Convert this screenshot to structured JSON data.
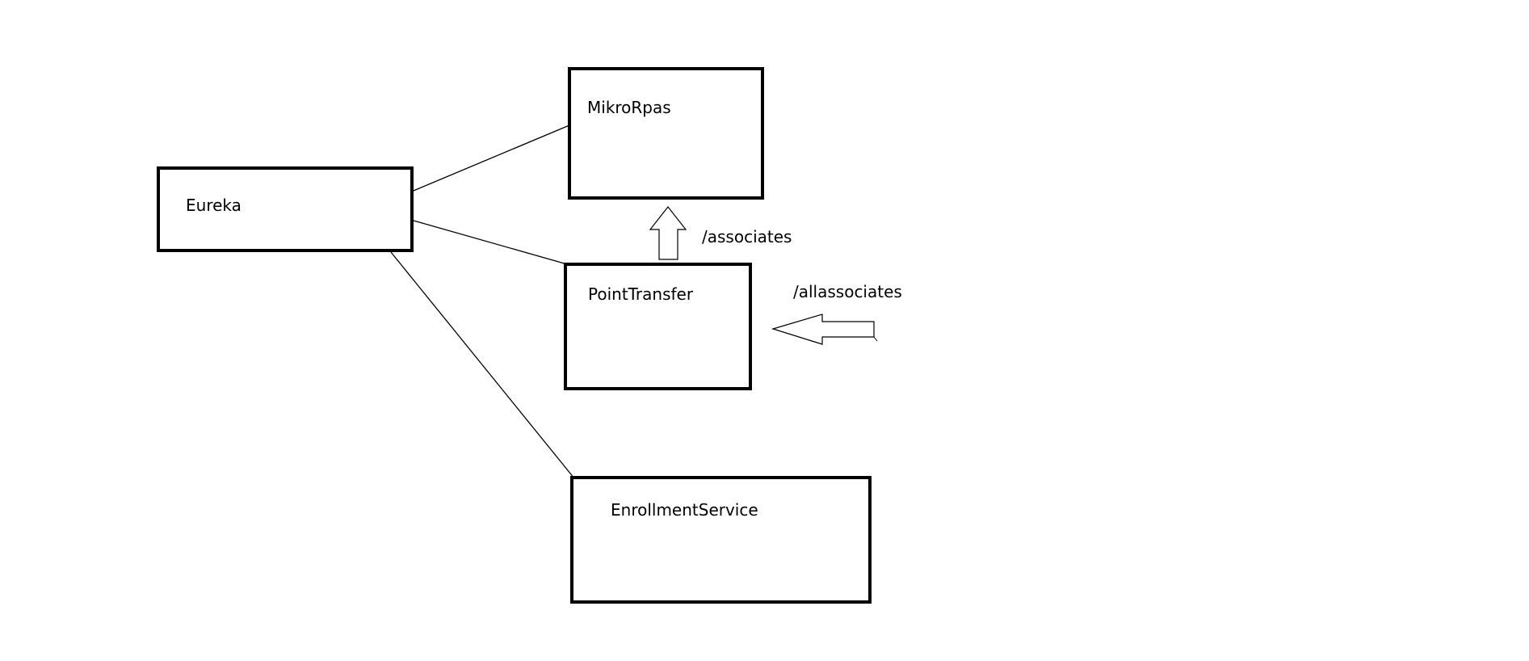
{
  "diagram": {
    "nodes": [
      {
        "id": "eureka",
        "label": "Eureka"
      },
      {
        "id": "mikrorpas",
        "label": "MikroRpas"
      },
      {
        "id": "pointtransfer",
        "label": "PointTransfer"
      },
      {
        "id": "enrollment",
        "label": "EnrollmentService"
      }
    ],
    "edges": [
      {
        "from": "eureka",
        "to": "mikrorpas"
      },
      {
        "from": "eureka",
        "to": "pointtransfer"
      },
      {
        "from": "eureka",
        "to": "enrollment"
      }
    ],
    "arrows": [
      {
        "from": "pointtransfer",
        "to": "mikrorpas",
        "direction": "up",
        "label": "/associates"
      },
      {
        "from": "external",
        "to": "pointtransfer",
        "direction": "left",
        "label": "/allassociates"
      }
    ]
  },
  "colors": {
    "stroke": "#000000",
    "background": "#ffffff"
  }
}
